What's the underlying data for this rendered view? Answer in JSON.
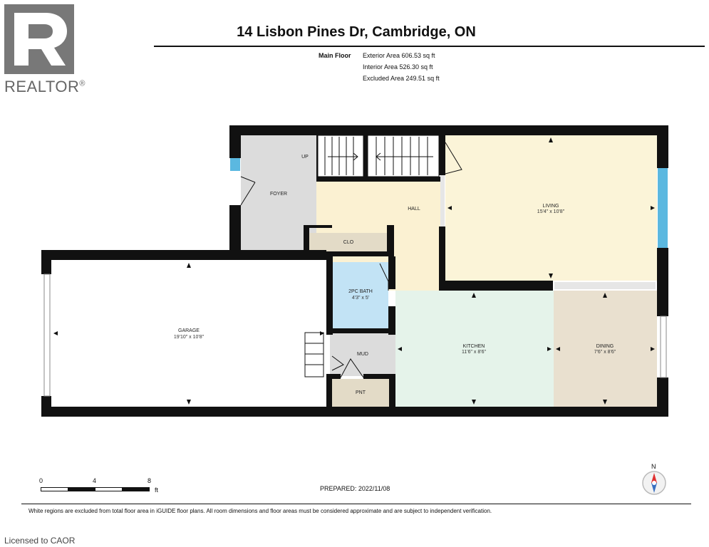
{
  "logo": {
    "name": "REALTOR",
    "mark": "®"
  },
  "header": {
    "address": "14 Lisbon Pines Dr, Cambridge, ON",
    "floor": "Main Floor",
    "exterior_area": "Exterior Area 606.53 sq ft",
    "interior_area": "Interior Area 526.30 sq ft",
    "excluded_area": "Excluded Area 249.51 sq ft"
  },
  "rooms": {
    "foyer": {
      "name": "FOYER"
    },
    "up": {
      "name": "UP"
    },
    "hall": {
      "name": "HALL"
    },
    "living": {
      "name": "LIVING",
      "dims": "15'4\" x 10'8\""
    },
    "clo": {
      "name": "CLO"
    },
    "bath": {
      "name": "2PC BATH",
      "dims": "4'3\" x 5'"
    },
    "garage": {
      "name": "GARAGE",
      "dims": "19'10\" x 10'8\""
    },
    "kitchen": {
      "name": "KITCHEN",
      "dims": "11'6\" x 8'6\""
    },
    "dining": {
      "name": "DINING",
      "dims": "7'6\" x 8'6\""
    },
    "mud": {
      "name": "MUD"
    },
    "pnt": {
      "name": "PNT"
    }
  },
  "colors": {
    "wall": "#111111",
    "foyer": "#dcdcdc",
    "hall": "#fbf1d2",
    "living": "#fbf4d8",
    "closet": "#e3dbc7",
    "bath": "#c2e3f5",
    "garage": "#ffffff",
    "kitchen": "#e5f3ea",
    "dining": "#e9e0cf",
    "mud": "#dcdcdc",
    "window": "#5bb8e0"
  },
  "scale": {
    "labels": [
      "0",
      "4",
      "8"
    ],
    "unit": "ft"
  },
  "prepared": "PREPARED: 2022/11/08",
  "compass": {
    "north_label": "N"
  },
  "footer": {
    "disclaimer": "White regions are excluded from total floor area in iGUIDE floor plans. All room dimensions and floor areas must be considered approximate and are subject to independent verification.",
    "licensed": "Licensed to CAOR"
  }
}
